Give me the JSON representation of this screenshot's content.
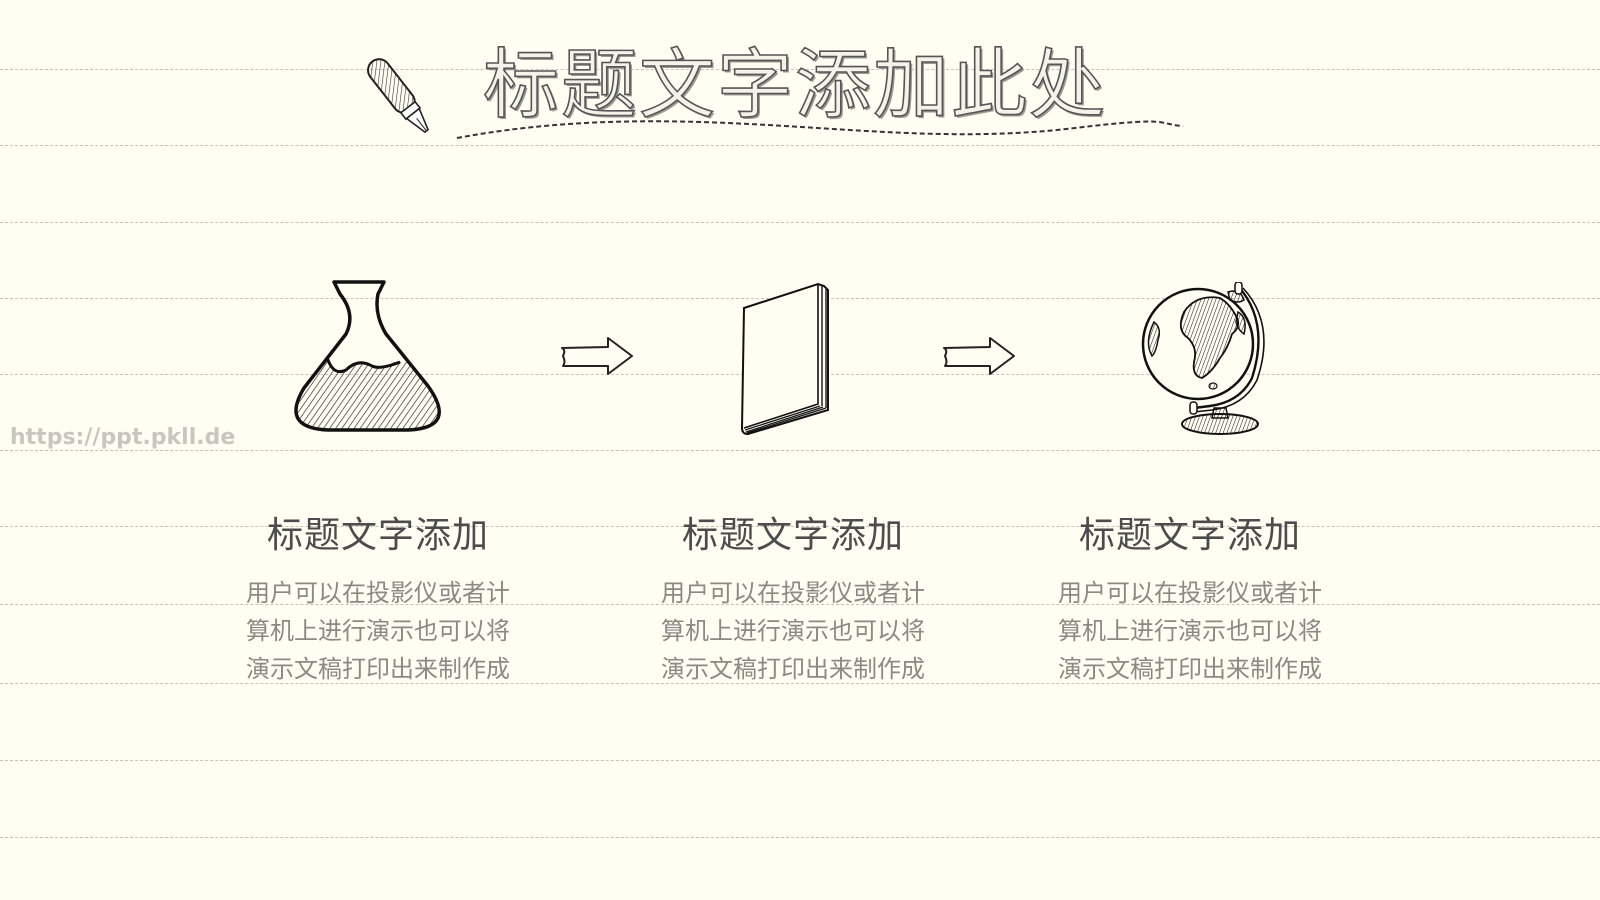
{
  "slide": {
    "title": "标题文字添加此处",
    "watermark": "https://ppt.pkll.de",
    "colors": {
      "background": "#fefef3",
      "ruled_line": "#b9b9b0",
      "heading_text": "#4c4c4c",
      "body_text": "#8a8a85",
      "sketch_ink": "#1a1a1a"
    },
    "icons": [
      "pen-icon",
      "flask-icon",
      "arrow-right-icon",
      "book-icon",
      "arrow-right-icon",
      "globe-icon"
    ],
    "columns": [
      {
        "icon": "flask-icon",
        "title": "标题文字添加",
        "lines": [
          "用户可以在投影仪或者计",
          "算机上进行演示也可以将",
          "演示文稿打印出来制作成"
        ]
      },
      {
        "icon": "book-icon",
        "title": "标题文字添加",
        "lines": [
          "用户可以在投影仪或者计",
          "算机上进行演示也可以将",
          "演示文稿打印出来制作成"
        ]
      },
      {
        "icon": "globe-icon",
        "title": "标题文字添加",
        "lines": [
          "用户可以在投影仪或者计",
          "算机上进行演示也可以将",
          "演示文稿打印出来制作成"
        ]
      }
    ]
  }
}
